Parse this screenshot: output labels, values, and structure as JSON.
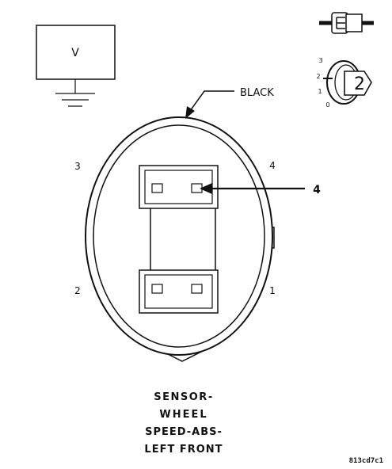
{
  "meter": {
    "label": "V"
  },
  "wire_color": "BLACK",
  "cavity_labels": {
    "top_left": "3",
    "top_right": "4",
    "bottom_left": "2",
    "bottom_right": "1"
  },
  "callout": "4",
  "probe": {
    "scale": [
      "3",
      "2",
      "1",
      "0"
    ],
    "number": "2"
  },
  "caption": [
    "SENSOR-",
    "WHEEL",
    "SPEED-ABS-",
    "LEFT FRONT"
  ],
  "figure_id": "813cd7c1"
}
